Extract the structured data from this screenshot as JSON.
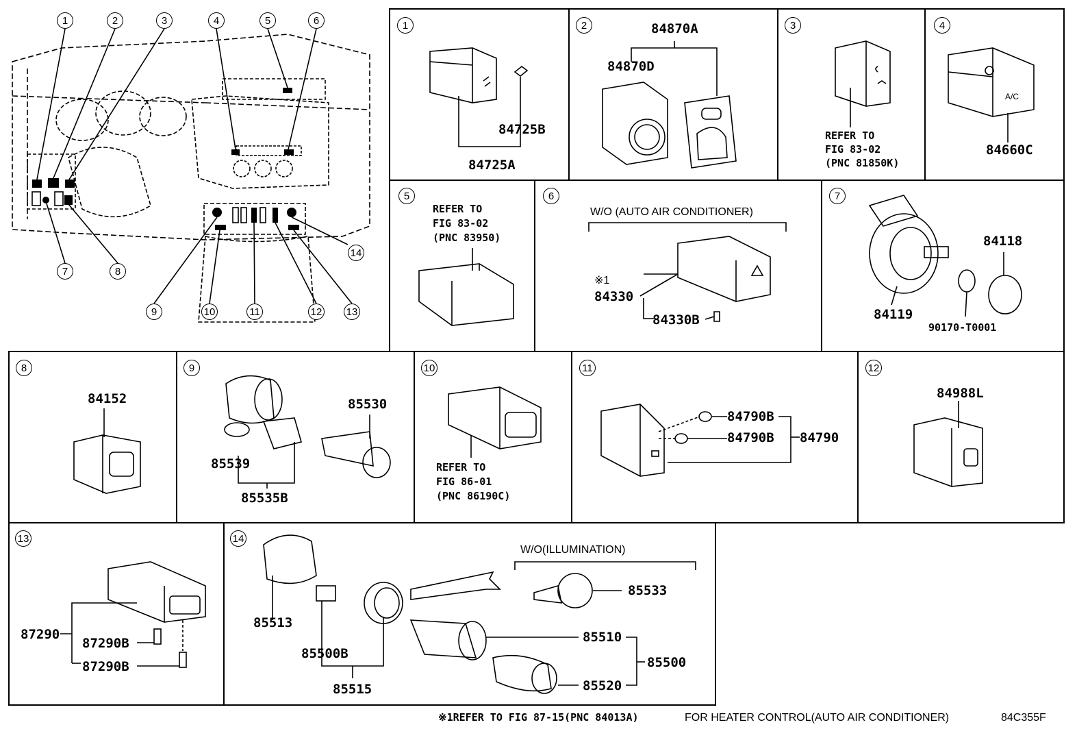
{
  "overview": {
    "callouts": [
      "1",
      "2",
      "3",
      "4",
      "5",
      "6",
      "7",
      "8",
      "9",
      "10",
      "11",
      "12",
      "13",
      "14"
    ]
  },
  "panels": {
    "p1": {
      "num": "1",
      "parts": [
        "84725B",
        "84725A"
      ]
    },
    "p2": {
      "num": "2",
      "parts": [
        "84870A",
        "84870D"
      ]
    },
    "p3": {
      "num": "3",
      "refer": [
        "REFER TO",
        "FIG 83-02",
        "(PNC 81850K)"
      ]
    },
    "p4": {
      "num": "4",
      "parts": [
        "84660C"
      ],
      "button_text": "A/C"
    },
    "p5": {
      "num": "5",
      "refer": [
        "REFER TO",
        "FIG 83-02",
        "(PNC 83950)"
      ]
    },
    "p6": {
      "num": "6",
      "note": "W/O (AUTO AIR CONDITIONER)",
      "mark": "※1",
      "parts": [
        "84330",
        "84330B"
      ]
    },
    "p7": {
      "num": "7",
      "parts": [
        "84118",
        "84119",
        "90170-T0001"
      ]
    },
    "p8": {
      "num": "8",
      "parts": [
        "84152"
      ]
    },
    "p9": {
      "num": "9",
      "parts": [
        "85530",
        "85539",
        "85535B"
      ]
    },
    "p10": {
      "num": "10",
      "refer": [
        "REFER TO",
        "FIG 86-01",
        "(PNC 86190C)"
      ]
    },
    "p11": {
      "num": "11",
      "parts": [
        "84790B",
        "84790B",
        "84790"
      ]
    },
    "p12": {
      "num": "12",
      "parts": [
        "84988L"
      ]
    },
    "p13": {
      "num": "13",
      "parts": [
        "87290",
        "87290B",
        "87290B"
      ]
    },
    "p14": {
      "num": "14",
      "note": "W/O(ILLUMINATION)",
      "parts": [
        "85513",
        "85500B",
        "85515",
        "85533",
        "85510",
        "85500",
        "85520"
      ]
    }
  },
  "footer": {
    "ref": "※1REFER TO FIG 87-15(PNC 84013A)",
    "note": "FOR HEATER CONTROL(AUTO AIR CONDITIONER)",
    "code": "84C355F"
  }
}
